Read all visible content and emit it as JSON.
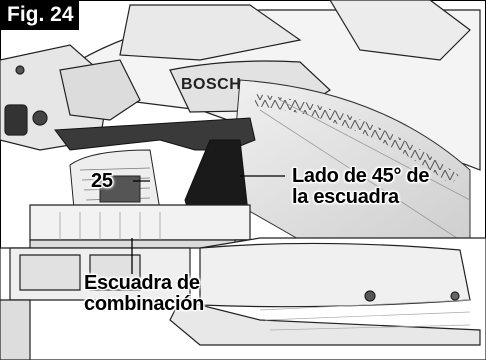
{
  "figure": {
    "label": "Fig. 24"
  },
  "brand": {
    "text": "BOSCH"
  },
  "callouts": {
    "bevel_angle": "25",
    "square_45_side_line1": "Lado de 45° de",
    "square_45_side_line2": "la escuadra",
    "combination_square_line1": "Escuadra de",
    "combination_square_line2": "combinación"
  }
}
